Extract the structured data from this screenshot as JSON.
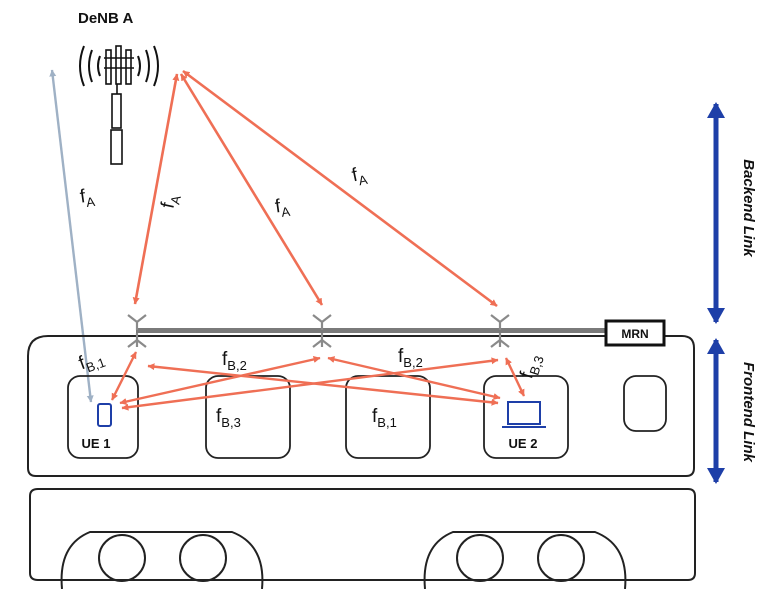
{
  "denb_label": "DeNB A",
  "mrn_label": "MRN",
  "ue1_label": "UE 1",
  "ue2_label": "UE 2",
  "backend_label": "Backend Link",
  "frontend_label": "Frontend Link",
  "freq_main": "f",
  "sub_A": "A",
  "sub_B1": "B,1",
  "sub_B2": "B,2",
  "sub_B3": "B,3",
  "colors": {
    "red_link": "#EF6F55",
    "gray_link": "#9FB1C5",
    "arrow_blue": "#1E3FA8",
    "outline": "#222222",
    "antenna": "#8A8A8A",
    "bar": "#7A7A7A"
  }
}
